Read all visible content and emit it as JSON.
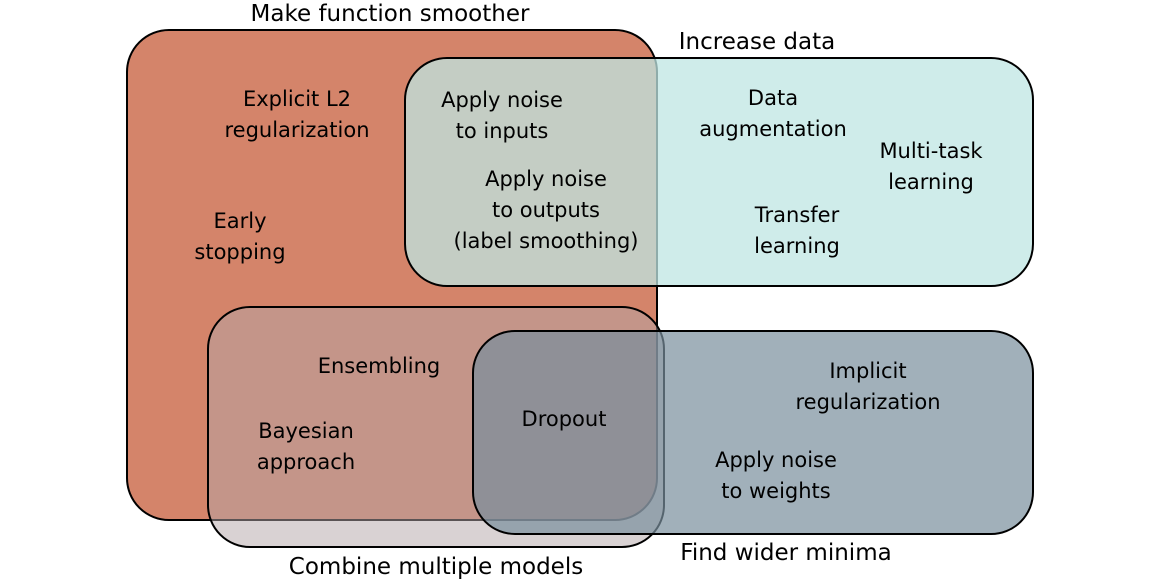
{
  "colors": {
    "smooth_region": "#d4846a",
    "data_region": "#bfe6e3",
    "combine_region": "#b4a6a8",
    "minima_region": "#798e9c",
    "outline": "#000000",
    "background": "#ffffff"
  },
  "sets": {
    "smooth": {
      "label": "Make function smoother"
    },
    "data": {
      "label": "Increase data"
    },
    "combine": {
      "label": "Combine multiple models"
    },
    "minima": {
      "label": "Find wider minima"
    }
  },
  "items": {
    "explicit_l2": [
      "Explicit L2",
      "regularization"
    ],
    "early_stopping": [
      "Early",
      "stopping"
    ],
    "noise_inputs": [
      "Apply noise",
      "to inputs"
    ],
    "noise_outputs": [
      "Apply noise",
      "to outputs",
      "(label smoothing)"
    ],
    "data_augmentation": [
      "Data",
      "augmentation"
    ],
    "multitask": [
      "Multi-task",
      "learning"
    ],
    "transfer": [
      "Transfer",
      "learning"
    ],
    "ensembling": [
      "Ensembling"
    ],
    "bayesian": [
      "Bayesian",
      "approach"
    ],
    "dropout": [
      "Dropout"
    ],
    "implicit_reg": [
      "Implicit",
      "regularization"
    ],
    "noise_weights": [
      "Apply noise",
      "to weights"
    ]
  }
}
